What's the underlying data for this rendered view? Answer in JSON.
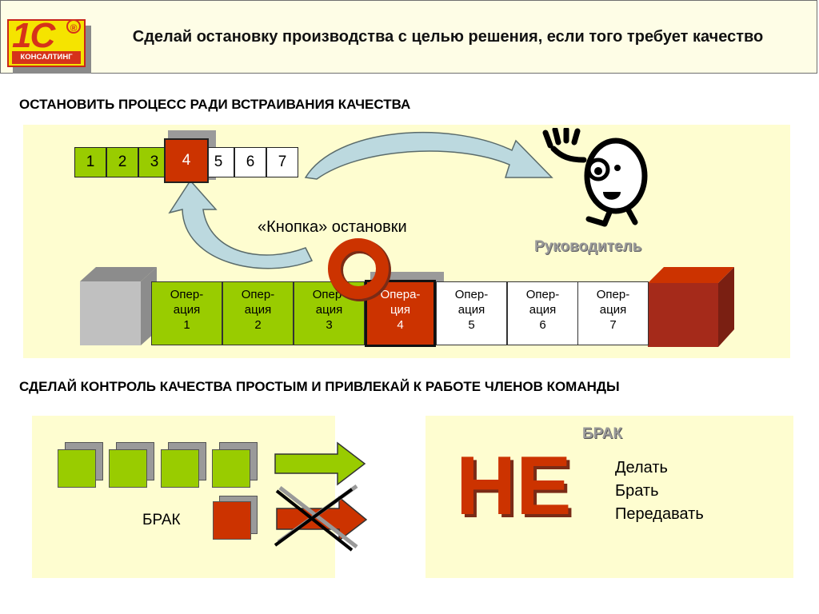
{
  "header": {
    "logo_main": "1С",
    "logo_reg": "®",
    "logo_sub": "КОНСАЛТИНГ",
    "title": "Сделай остановку производства с целью решения, если того требует качество"
  },
  "section1": {
    "title": "ОСТАНОВИТЬ ПРОЦЕСС РАДИ ВСТРАИВАНИЯ КАЧЕСТВА",
    "numbers": [
      "1",
      "2",
      "3",
      "4",
      "5",
      "6",
      "7"
    ],
    "stop_button_label": "«Кнопка» остановки",
    "manager_label": "Руководитель",
    "operations": [
      {
        "l1": "Опер-",
        "l2": "ация",
        "l3": "1"
      },
      {
        "l1": "Опер-",
        "l2": "ация",
        "l3": "2"
      },
      {
        "l1": "Опер-",
        "l2": "ация",
        "l3": "3"
      },
      {
        "l1": "Опера-",
        "l2": "ция",
        "l3": "4"
      },
      {
        "l1": "Опер-",
        "l2": "ация",
        "l3": "5"
      },
      {
        "l1": "Опер-",
        "l2": "ация",
        "l3": "6"
      },
      {
        "l1": "Опер-",
        "l2": "ация",
        "l3": "7"
      }
    ]
  },
  "section2": {
    "title": "СДЕЛАЙ КОНТРОЛЬ КАЧЕСТВА ПРОСТЫМ И ПРИВЛЕКАЙ К РАБОТЕ ЧЛЕНОВ КОМАНДЫ",
    "defect_label_left": "БРАК",
    "defect_label_right": "БРАК",
    "not_label": "НЕ",
    "actions": [
      "Делать",
      "Брать",
      "Передавать"
    ]
  },
  "colors": {
    "green": "#99cc00",
    "red": "#cc3300",
    "dark_red": "#a52a1a",
    "panel": "#fefdd0",
    "header_bg": "#fefde6",
    "arrow_blue": "#bcd9df"
  }
}
